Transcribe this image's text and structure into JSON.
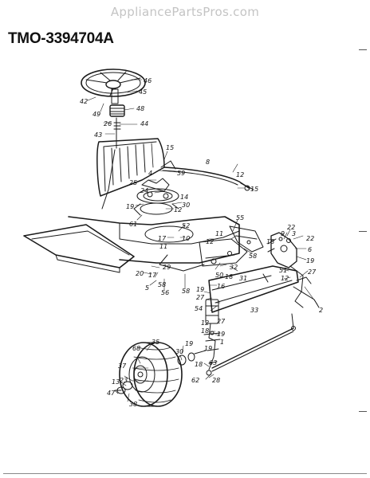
{
  "header": {
    "watermark": "AppliancePartsPros.com",
    "model_number": "TMO-3394704A"
  },
  "callouts": {
    "c46": "46",
    "c45": "45",
    "c42": "42",
    "c49": "49",
    "c48": "48",
    "c26": "26",
    "c44": "44",
    "c43": "43",
    "c15a": "15",
    "c15b": "15",
    "c8": "8",
    "c12a": "12",
    "c59": "59",
    "c4": "4",
    "c25": "25",
    "c24": "24",
    "c14": "14",
    "c19a": "19",
    "c12b": "12",
    "c30a": "30",
    "c61": "61",
    "c55": "55",
    "c52": "52",
    "c17a": "17",
    "c10": "10",
    "c11a": "11",
    "c12c": "12",
    "c11b": "11",
    "c58a": "58",
    "c18a": "18",
    "c22a": "22",
    "c3": "3",
    "c22b": "22",
    "c9": "9",
    "c6": "6",
    "c19b": "19",
    "c29": "29",
    "c17b": "17",
    "c20": "20",
    "c5": "5",
    "c58b": "58",
    "c56": "56",
    "c58c": "58",
    "c50": "50",
    "c32": "32",
    "c18b": "18",
    "c31": "31",
    "c16": "16",
    "c19c": "19",
    "c27a": "27",
    "c51": "51",
    "c12d": "12",
    "c27b": "27",
    "c2": "2",
    "c54": "54",
    "c33": "33",
    "c12e": "12",
    "c27c": "27",
    "c18c": "18",
    "c19d": "19",
    "c1": "1",
    "c68": "68",
    "c35": "35",
    "c19e": "19",
    "c30b": "30",
    "c37": "37",
    "c13": "13",
    "c23": "23",
    "c47": "47",
    "c38": "38",
    "c18d": "18",
    "c63": "63",
    "c28": "28",
    "c62": "62",
    "c19f": "19"
  }
}
